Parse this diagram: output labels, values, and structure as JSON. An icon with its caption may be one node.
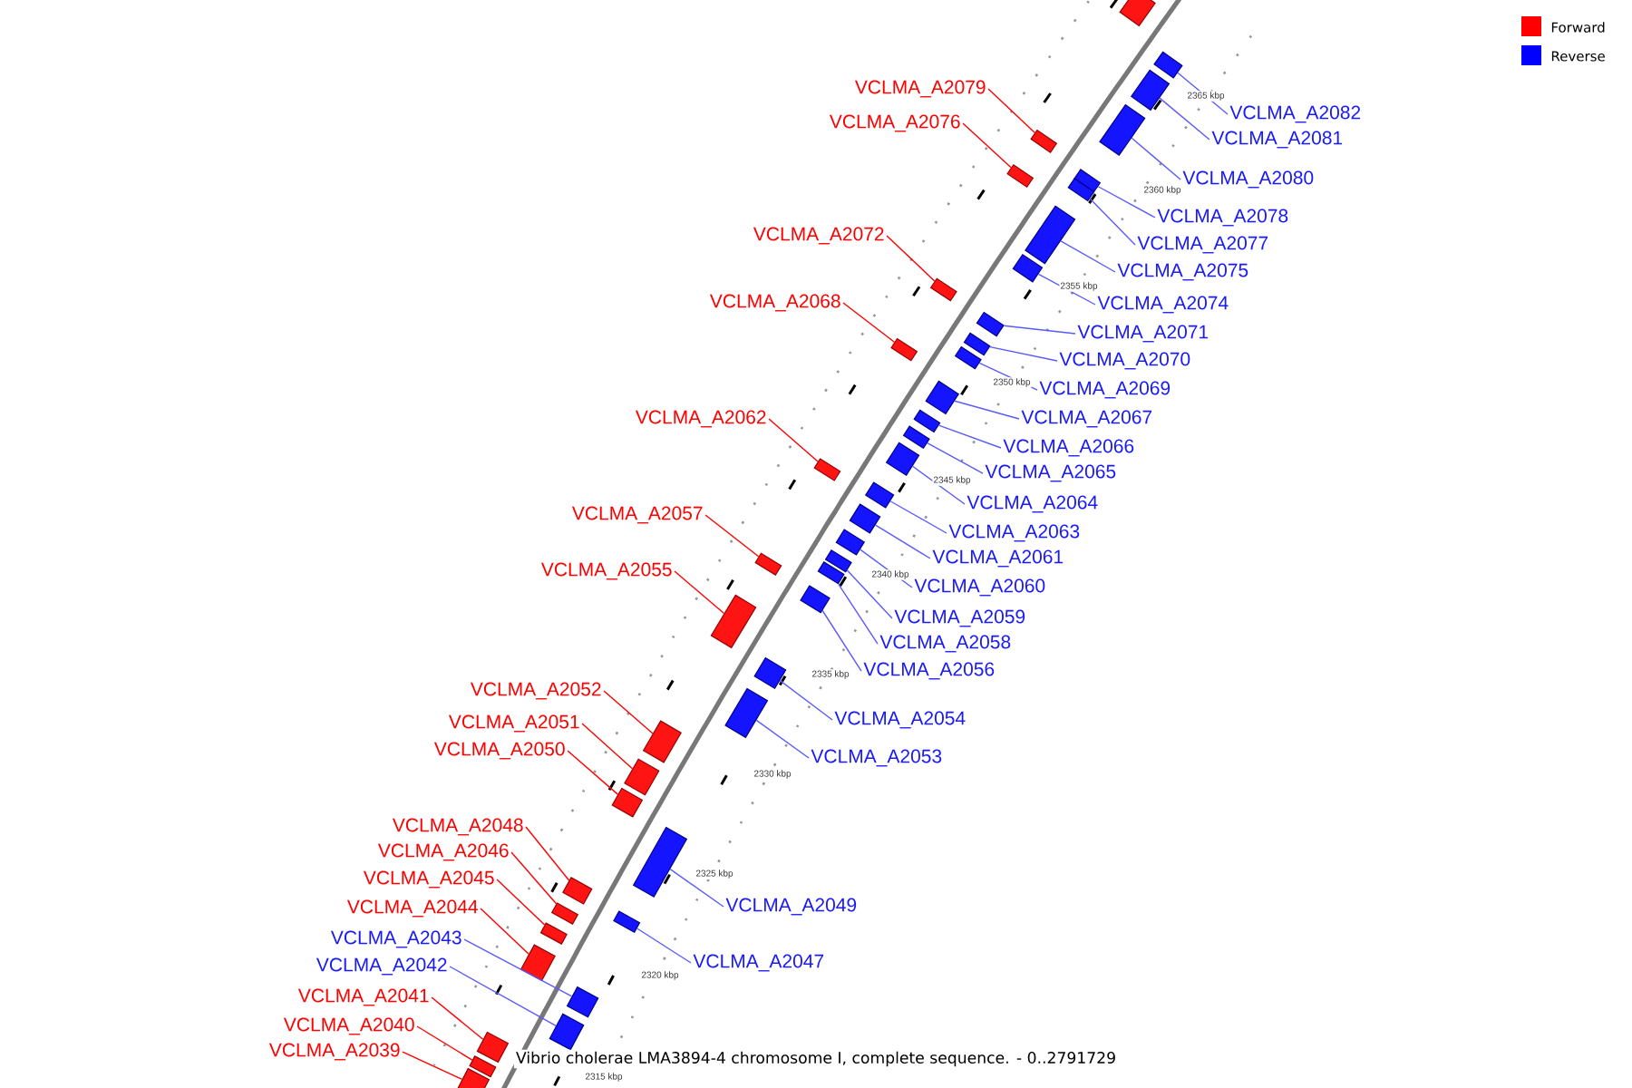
{
  "diagram": {
    "caption": "Vibrio cholerae LMA3894-4 chromosome I, complete sequence. - 0..2791729",
    "nodes": [
      {
        "text": [
          "VCLMA_A2079"
        ]
      },
      {
        "text": [
          "VCLMA_A2082"
        ]
      },
      {
        "text": [
          "VCLMA_A2076"
        ]
      },
      {
        "text": [
          "VCLMA_A2081"
        ]
      },
      {
        "text": [
          "VCLMA_A2080"
        ]
      },
      {
        "text": [
          "VCLMA_A2078"
        ]
      },
      {
        "text": [
          "VCLMA_A2072"
        ]
      },
      {
        "text": [
          "VCLMA_A2077"
        ]
      },
      {
        "text": [
          "VCLMA_A2075"
        ]
      },
      {
        "text": [
          "VCLMA_A2068"
        ]
      },
      {
        "text": [
          "VCLMA_A2074"
        ]
      },
      {
        "text": [
          "VCLMA_A2071"
        ]
      },
      {
        "text": [
          "VCLMA_A2070"
        ]
      },
      {
        "text": [
          "VCLMA_A2069"
        ]
      },
      {
        "text": [
          "VCLMA_A2062"
        ]
      },
      {
        "text": [
          "VCLMA_A2067"
        ]
      },
      {
        "text": [
          "VCLMA_A2066"
        ]
      },
      {
        "text": [
          "VCLMA_A2065"
        ]
      },
      {
        "text": [
          "VCLMA_A2064"
        ]
      },
      {
        "text": [
          "VCLMA_A2057"
        ]
      },
      {
        "text": [
          "VCLMA_A2063"
        ]
      },
      {
        "text": [
          "VCLMA_A2061"
        ]
      },
      {
        "text": [
          "VCLMA_A2055"
        ]
      },
      {
        "text": [
          "VCLMA_A2060"
        ]
      },
      {
        "text": [
          "VCLMA_A2059"
        ]
      },
      {
        "text": [
          "VCLMA_A2058"
        ]
      },
      {
        "text": [
          "VCLMA_A2056"
        ]
      },
      {
        "text": [
          "VCLMA_A2052"
        ]
      },
      {
        "text": [
          "VCLMA_A2054"
        ]
      },
      {
        "text": [
          "VCLMA_A2051"
        ]
      },
      {
        "text": [
          "VCLMA_A2050"
        ]
      },
      {
        "text": [
          "VCLMA_A2053"
        ]
      },
      {
        "text": [
          "VCLMA_A2048"
        ]
      },
      {
        "text": [
          "VCLMA_A2046"
        ]
      },
      {
        "text": [
          "VCLMA_A2045"
        ]
      },
      {
        "text": [
          "VCLMA_A2044"
        ]
      },
      {
        "text": [
          "VCLMA_A2049"
        ]
      },
      {
        "text": [
          "VCLMA_A2043"
        ]
      },
      {
        "text": [
          "VCLMA_A2042"
        ]
      },
      {
        "text": [
          "VCLMA_A2047"
        ]
      },
      {
        "text": [
          "VCLMA_A2041"
        ]
      },
      {
        "text": [
          "VCLMA_A2040"
        ]
      },
      {
        "text": [
          "VCLMA_A2039"
        ]
      },
      {
        "text": [],
        "shape": "box"
      },
      {
        "text": [],
        "shape": "box"
      },
      {
        "text": [],
        "shape": "box"
      },
      {
        "text": [],
        "shape": "box"
      },
      {
        "text": [],
        "shape": "box"
      },
      {
        "text": [],
        "shape": "box"
      },
      {
        "text": [],
        "shape": "box"
      },
      {
        "text": [],
        "shape": "box"
      },
      {
        "text": [],
        "shape": "box"
      },
      {
        "text": [],
        "shape": "box"
      },
      {
        "text": [],
        "shape": "box"
      },
      {
        "text": [],
        "shape": "box"
      },
      {
        "text": [],
        "shape": "box"
      },
      {
        "text": [],
        "shape": "box"
      },
      {
        "text": [],
        "shape": "box"
      },
      {
        "text": [],
        "shape": "box"
      },
      {
        "text": [],
        "shape": "box"
      },
      {
        "text": [],
        "shape": "box"
      },
      {
        "text": [],
        "shape": "box"
      },
      {
        "text": [],
        "shape": "box"
      },
      {
        "text": [],
        "shape": "box"
      },
      {
        "text": [],
        "shape": "box"
      },
      {
        "text": [],
        "shape": "box"
      },
      {
        "text": [],
        "shape": "box"
      },
      {
        "text": [],
        "shape": "box"
      },
      {
        "text": [],
        "shape": "box"
      },
      {
        "text": [],
        "shape": "box"
      },
      {
        "text": [],
        "shape": "box"
      },
      {
        "text": [],
        "shape": "box"
      },
      {
        "text": [],
        "shape": "box"
      },
      {
        "text": [],
        "shape": "box"
      },
      {
        "text": [],
        "shape": "box"
      },
      {
        "text": [],
        "shape": "box"
      },
      {
        "text": [],
        "shape": "box"
      },
      {
        "text": [],
        "shape": "box"
      },
      {
        "text": [],
        "shape": "box"
      },
      {
        "text": [],
        "shape": "box"
      },
      {
        "text": [],
        "shape": "box"
      },
      {
        "text": [],
        "shape": "box"
      },
      {
        "text": [],
        "shape": "box"
      },
      {
        "text": [],
        "shape": "box"
      },
      {
        "text": [],
        "shape": "box"
      },
      {
        "text": [],
        "shape": "box"
      },
      {
        "text": [],
        "shape": "box"
      }
    ],
    "edges": [
      {
        "from": 0,
        "to": 47,
        "arrow": "none",
        "color": "#ff0000"
      },
      {
        "from": 1,
        "to": 44,
        "arrow": "none"
      },
      {
        "from": 2,
        "to": 48,
        "arrow": "none",
        "color": "#ff0000"
      },
      {
        "from": 3,
        "to": 45,
        "arrow": "none"
      },
      {
        "from": 4,
        "to": 46,
        "arrow": "none"
      },
      {
        "from": 5,
        "to": 49,
        "arrow": "none"
      },
      {
        "from": 6,
        "to": 53,
        "arrow": "none",
        "color": "#ff0000"
      },
      {
        "from": 7,
        "to": 50,
        "arrow": "none"
      },
      {
        "from": 8,
        "to": 51,
        "arrow": "none"
      },
      {
        "from": 9,
        "to": 56,
        "arrow": "none",
        "color": "#ff0000"
      },
      {
        "from": 10,
        "to": 52,
        "arrow": "none"
      },
      {
        "from": 11,
        "to": 54,
        "arrow": "none"
      },
      {
        "from": 12,
        "to": 55,
        "arrow": "none"
      },
      {
        "from": 13,
        "to": 57,
        "arrow": "none"
      },
      {
        "from": 14,
        "to": 62,
        "arrow": "none",
        "color": "#ff0000"
      },
      {
        "from": 15,
        "to": 58,
        "arrow": "none"
      },
      {
        "from": 16,
        "to": 59,
        "arrow": "none"
      },
      {
        "from": 17,
        "to": 60,
        "arrow": "none"
      },
      {
        "from": 18,
        "to": 61,
        "arrow": "none"
      },
      {
        "from": 19,
        "to": 67,
        "arrow": "none",
        "color": "#ff0000"
      },
      {
        "from": 20,
        "to": 63,
        "arrow": "none"
      },
      {
        "from": 21,
        "to": 64,
        "arrow": "none"
      },
      {
        "from": 22,
        "to": 70,
        "arrow": "none",
        "color": "#ff0000"
      },
      {
        "from": 23,
        "to": 65,
        "arrow": "none"
      },
      {
        "from": 24,
        "to": 66,
        "arrow": "none"
      },
      {
        "from": 25,
        "to": 68,
        "arrow": "none"
      },
      {
        "from": 26,
        "to": 69,
        "arrow": "none"
      },
      {
        "from": 27,
        "to": 73,
        "arrow": "none",
        "color": "#ff0000"
      },
      {
        "from": 28,
        "to": 71,
        "arrow": "none"
      },
      {
        "from": 29,
        "to": 74,
        "arrow": "none",
        "color": "#ff0000"
      },
      {
        "from": 30,
        "to": 75,
        "arrow": "none",
        "color": "#ff0000"
      },
      {
        "from": 31,
        "to": 72,
        "arrow": "none"
      },
      {
        "from": 32,
        "to": 77,
        "arrow": "none",
        "color": "#ff0000"
      },
      {
        "from": 33,
        "to": 78,
        "arrow": "none",
        "color": "#ff0000"
      },
      {
        "from": 34,
        "to": 80,
        "arrow": "none",
        "color": "#ff0000"
      },
      {
        "from": 35,
        "to": 81,
        "arrow": "none",
        "color": "#ff0000"
      },
      {
        "from": 36,
        "to": 76,
        "arrow": "none"
      },
      {
        "from": 37,
        "to": 82,
        "arrow": "none"
      },
      {
        "from": 38,
        "to": 83,
        "arrow": "none"
      },
      {
        "from": 39,
        "to": 79,
        "arrow": "none"
      },
      {
        "from": 40,
        "to": 84,
        "arrow": "none",
        "color": "#ff0000"
      },
      {
        "from": 41,
        "to": 85,
        "arrow": "none",
        "color": "#ff0000"
      },
      {
        "from": 42,
        "to": 86,
        "arrow": "none",
        "color": "#ff0000"
      }
    ],
    "labels": [
      "2365 kbp",
      "2360 kbp",
      "2355 kbp",
      "2350 kbp",
      "2345 kbp",
      "2340 kbp",
      "2335 kbp",
      "2330 kbp",
      "2325 kbp",
      "2320 kbp",
      "2315 kbp"
    ],
    "legend": [
      {
        "text": "Forward",
        "color": "#ff0000"
      },
      {
        "text": "Reverse",
        "color": "#0000ff"
      }
    ]
  }
}
